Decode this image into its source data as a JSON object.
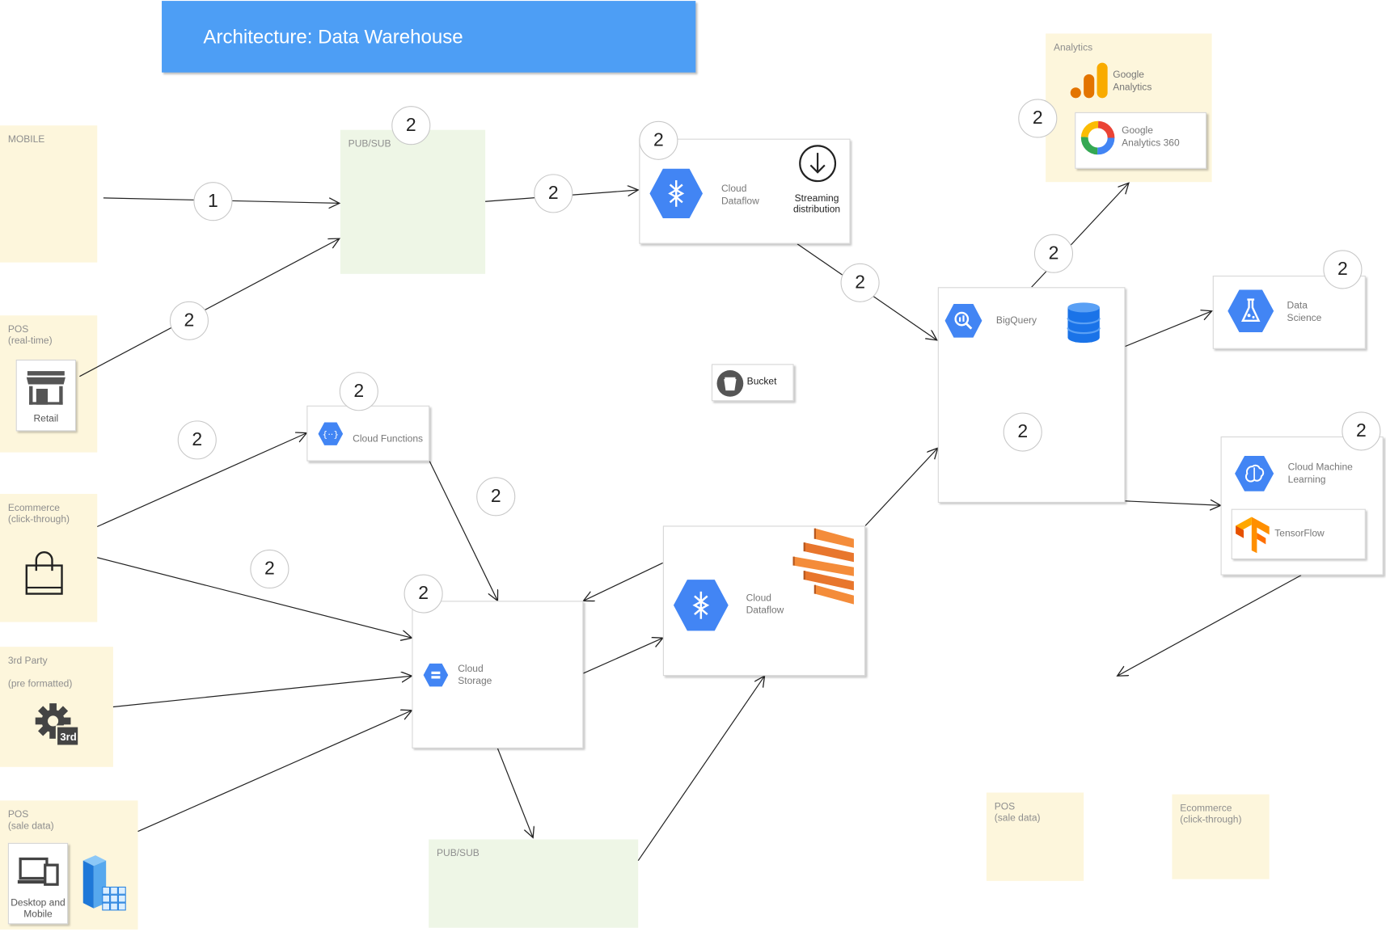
{
  "title": "Architecture: Data Warehouse",
  "zones": {
    "mobile": "MOBILE",
    "pos_realtime": "POS\n(real-time)",
    "ecommerce": "Ecommerce\n(click-through)",
    "third_party": "3rd Party\n\n(pre formatted)",
    "pos_sale": "POS\n(sale data)",
    "pubsub_top": "PUB/SUB",
    "pubsub_bottom": "PUB/SUB",
    "analytics": "Analytics",
    "pos_sale_right": "POS\n(sale data)",
    "ecommerce_right": "Ecommerce\n(click-through)"
  },
  "nodes": {
    "retail": "Retail",
    "desktop_mobile": "Desktop and\nMobile",
    "cloud_dataflow_top": "Cloud\nDataflow",
    "streaming_distribution": "Streaming\ndistribution",
    "cloud_functions": "Cloud Functions",
    "bucket": "Bucket",
    "cloud_storage": "Cloud\nStorage",
    "cloud_dataflow_bottom": "Cloud\nDataflow",
    "bigquery": "BigQuery",
    "google_analytics": "Google\nAnalytics",
    "google_analytics_360": "Google\nAnalytics 360",
    "data_science": "Data\nScience",
    "cloud_ml": "Cloud Machine\nLearning",
    "tensorflow": "TensorFlow",
    "third_party_badge": "3rd"
  },
  "badges": [
    {
      "id": "b-mobile",
      "label": "1"
    },
    {
      "id": "b-pubsub",
      "label": "2"
    },
    {
      "id": "b-pos",
      "label": "2"
    },
    {
      "id": "b-pubsub-dataflow",
      "label": "2"
    },
    {
      "id": "b-dataflow-top",
      "label": "2"
    },
    {
      "id": "b-dataflow-bq",
      "label": "2"
    },
    {
      "id": "b-analytics",
      "label": "2"
    },
    {
      "id": "b-bq-analytics",
      "label": "2"
    },
    {
      "id": "b-datasci",
      "label": "2"
    },
    {
      "id": "b-ml",
      "label": "2"
    },
    {
      "id": "b-bq-inner",
      "label": "2"
    },
    {
      "id": "b-functions",
      "label": "2"
    },
    {
      "id": "b-ecom-functions",
      "label": "2"
    },
    {
      "id": "b-functions-storage",
      "label": "2"
    },
    {
      "id": "b-ecom-storage",
      "label": "2"
    },
    {
      "id": "b-storage",
      "label": "2"
    }
  ],
  "colors": {
    "banner": "#4d9ef5",
    "zone_yellow": "#fdf6dc",
    "zone_green": "#eef6e6",
    "gcp_blue": "#4285f4",
    "aws_orange": "#e8762d",
    "analytics_orange": "#f9ab00",
    "tensorflow_orange": "#ff8f00"
  }
}
